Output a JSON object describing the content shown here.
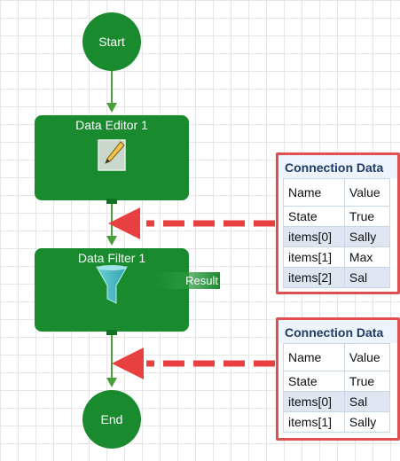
{
  "nodes": {
    "start": "Start",
    "editor": "Data Editor 1",
    "filter": "Data Filter 1",
    "filter_output": "Result",
    "end": "End"
  },
  "panels": [
    {
      "title": "Connection Data",
      "columns": [
        "Name",
        "Value"
      ],
      "rows": [
        [
          "State",
          "True"
        ],
        [
          "items[0]",
          "Sally"
        ],
        [
          "items[1]",
          "Max"
        ],
        [
          "items[2]",
          "Sal"
        ]
      ]
    },
    {
      "title": "Connection Data",
      "columns": [
        "Name",
        "Value"
      ],
      "rows": [
        [
          "State",
          "True"
        ],
        [
          "items[0]",
          "Sal"
        ],
        [
          "items[1]",
          "Sally"
        ]
      ]
    }
  ],
  "colors": {
    "node": "#1a8a2e",
    "node_dark": "#147225",
    "connector": "#4b9e3c",
    "pointer": "#e84040",
    "panel_border": "#e05050"
  },
  "icons": {
    "editor": "pencil-note-icon",
    "filter": "funnel-icon"
  }
}
